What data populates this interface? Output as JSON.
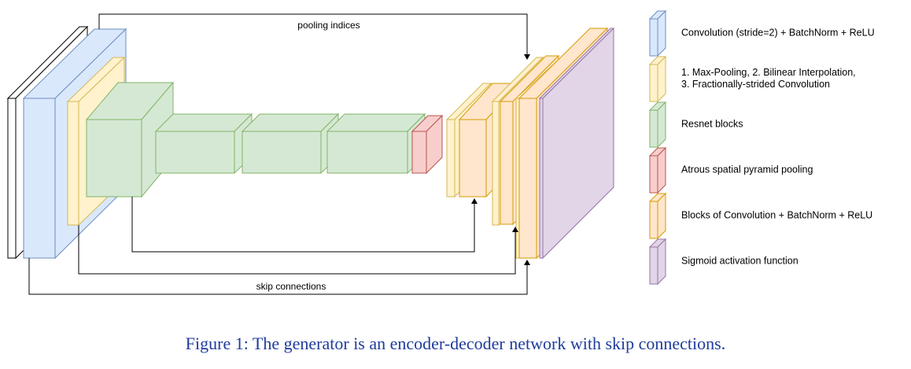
{
  "diagram": {
    "top_label": "pooling indices",
    "bottom_label": "skip connections"
  },
  "legend": [
    {
      "text_lines": [
        "Convolution (stride=2) + BatchNorm + ReLU"
      ],
      "color": "#dae8fc",
      "stroke": "#6c8ebf"
    },
    {
      "text_lines": [
        "1. Max-Pooling, 2. Bilinear Interpolation,",
        "3. Fractionally-strided Convolution"
      ],
      "color": "#fff2cc",
      "stroke": "#d6b656"
    },
    {
      "text_lines": [
        "Resnet blocks"
      ],
      "color": "#d5e8d4",
      "stroke": "#82b366"
    },
    {
      "text_lines": [
        "Atrous spatial pyramid pooling"
      ],
      "color": "#f8cecc",
      "stroke": "#b85450"
    },
    {
      "text_lines": [
        "Blocks of Convolution + BatchNorm + ReLU"
      ],
      "color": "#ffe6cc",
      "stroke": "#d79b00"
    },
    {
      "text_lines": [
        "Sigmoid activation function"
      ],
      "color": "#e1d5e7",
      "stroke": "#9673a6"
    }
  ],
  "caption": "Figure 1: The generator is an encoder-decoder network with skip connections."
}
